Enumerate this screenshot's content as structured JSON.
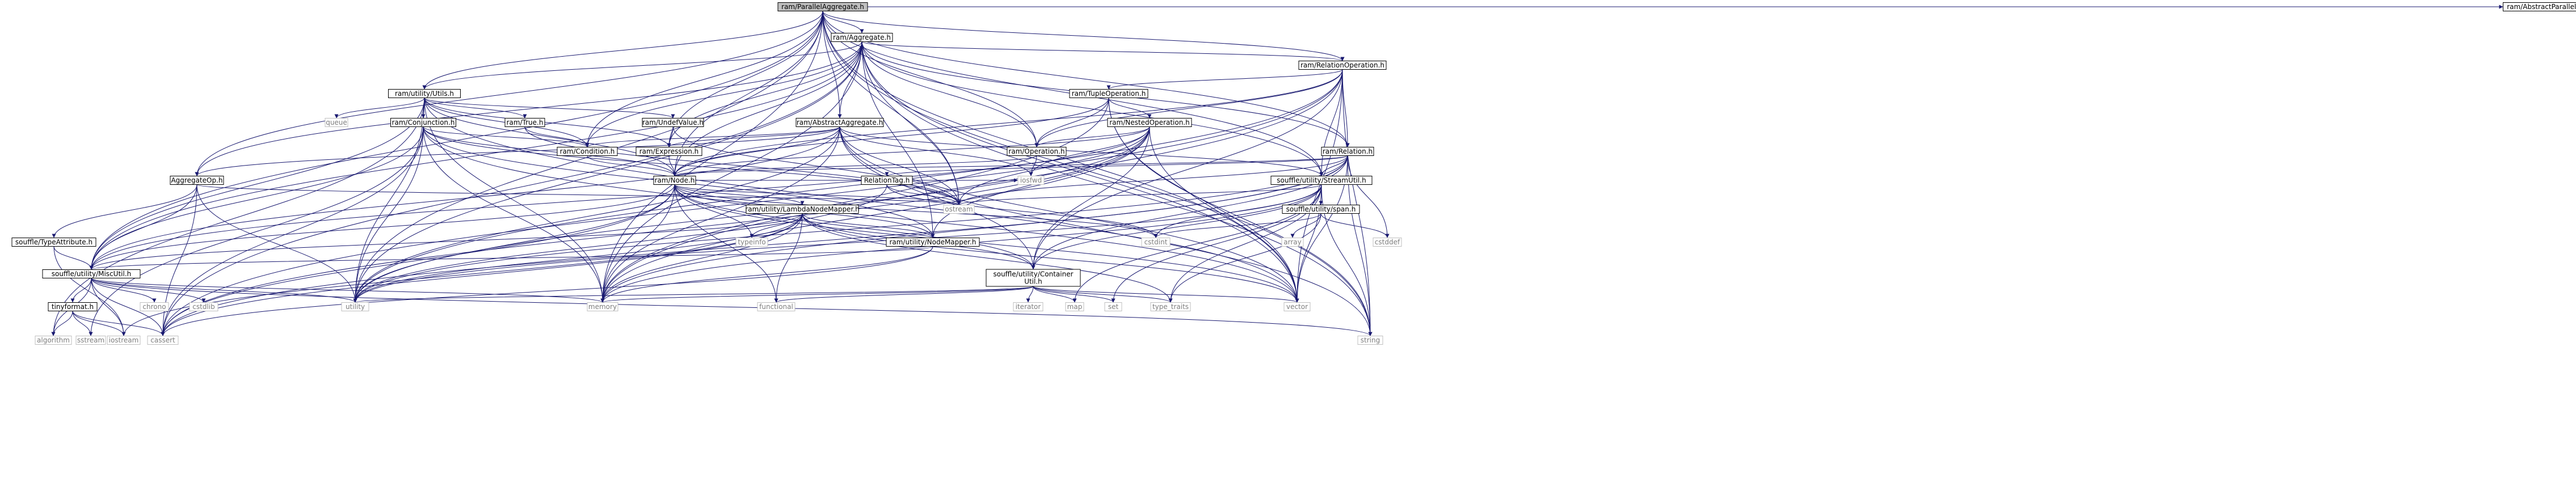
{
  "colors": {
    "edge": "#191970",
    "node_border": "#bfbfbf",
    "internal_fill": "#ffffff",
    "root_fill": "#bfbfbf",
    "root_border": "#000000",
    "internal_text": "#000000",
    "system_text": "#7f7f7f"
  },
  "nodes": [
    {
      "id": "root",
      "label": "ram/ParallelAggregate.h",
      "kind": "root"
    },
    {
      "id": "aggregate",
      "label": "ram/Aggregate.h",
      "kind": "internal"
    },
    {
      "id": "abstract_parallel",
      "label": "ram/AbstractParallel.h",
      "kind": "internal"
    },
    {
      "id": "relation_operation",
      "label": "ram/RelationOperation.h",
      "kind": "internal"
    },
    {
      "id": "utils",
      "label": "ram/utility/Utils.h",
      "kind": "internal"
    },
    {
      "id": "tuple_operation",
      "label": "ram/TupleOperation.h",
      "kind": "internal"
    },
    {
      "id": "conjunction",
      "label": "ram/Conjunction.h",
      "kind": "internal"
    },
    {
      "id": "true_h",
      "label": "ram/True.h",
      "kind": "internal"
    },
    {
      "id": "undef_value",
      "label": "ram/UndefValue.h",
      "kind": "internal"
    },
    {
      "id": "abstract_aggregate",
      "label": "ram/AbstractAggregate.h",
      "kind": "internal"
    },
    {
      "id": "nested_operation",
      "label": "ram/NestedOperation.h",
      "kind": "internal"
    },
    {
      "id": "expression",
      "label": "ram/Expression.h",
      "kind": "internal"
    },
    {
      "id": "condition",
      "label": "ram/Condition.h",
      "kind": "internal"
    },
    {
      "id": "operation",
      "label": "ram/Operation.h",
      "kind": "internal"
    },
    {
      "id": "relation",
      "label": "ram/Relation.h",
      "kind": "internal"
    },
    {
      "id": "aggregate_op",
      "label": "AggregateOp.h",
      "kind": "internal"
    },
    {
      "id": "node",
      "label": "ram/Node.h",
      "kind": "internal"
    },
    {
      "id": "relation_tag",
      "label": "RelationTag.h",
      "kind": "internal"
    },
    {
      "id": "stream_util",
      "label": "souffle/utility/StreamUtil.h",
      "kind": "internal"
    },
    {
      "id": "lambda_node_mapper",
      "label": "ram/utility/LambdaNodeMapper.h",
      "kind": "internal"
    },
    {
      "id": "span",
      "label": "souffle/utility/span.h",
      "kind": "internal"
    },
    {
      "id": "type_attribute",
      "label": "souffle/TypeAttribute.h",
      "kind": "internal"
    },
    {
      "id": "node_mapper",
      "label": "ram/utility/NodeMapper.h",
      "kind": "internal"
    },
    {
      "id": "misc_util",
      "label": "souffle/utility/MiscUtil.h",
      "kind": "internal"
    },
    {
      "id": "container_util",
      "label": "souffle/utility/Container\nUtil.h",
      "kind": "internal"
    },
    {
      "id": "tinyformat",
      "label": "tinyformat.h",
      "kind": "internal"
    },
    {
      "id": "queue",
      "label": "queue",
      "kind": "system"
    },
    {
      "id": "iosfwd",
      "label": "iosfwd",
      "kind": "system"
    },
    {
      "id": "ostream",
      "label": "ostream",
      "kind": "system"
    },
    {
      "id": "typeinfo",
      "label": "typeinfo",
      "kind": "system"
    },
    {
      "id": "cstdint",
      "label": "cstdint",
      "kind": "system"
    },
    {
      "id": "array",
      "label": "array",
      "kind": "system"
    },
    {
      "id": "cstddef",
      "label": "cstddef",
      "kind": "system"
    },
    {
      "id": "chrono",
      "label": "chrono",
      "kind": "system"
    },
    {
      "id": "cstdlib",
      "label": "cstdlib",
      "kind": "system"
    },
    {
      "id": "utility",
      "label": "utility",
      "kind": "system"
    },
    {
      "id": "memory",
      "label": "memory",
      "kind": "system"
    },
    {
      "id": "functional",
      "label": "functional",
      "kind": "system"
    },
    {
      "id": "iterator",
      "label": "iterator",
      "kind": "system"
    },
    {
      "id": "map",
      "label": "map",
      "kind": "system"
    },
    {
      "id": "set",
      "label": "set",
      "kind": "system"
    },
    {
      "id": "type_traits",
      "label": "type_traits",
      "kind": "system"
    },
    {
      "id": "vector",
      "label": "vector",
      "kind": "system"
    },
    {
      "id": "algorithm",
      "label": "algorithm",
      "kind": "system"
    },
    {
      "id": "sstream",
      "label": "sstream",
      "kind": "system"
    },
    {
      "id": "iostream",
      "label": "iostream",
      "kind": "system"
    },
    {
      "id": "cassert",
      "label": "cassert",
      "kind": "system"
    },
    {
      "id": "string",
      "label": "string",
      "kind": "system"
    }
  ],
  "edges": [
    [
      "root",
      "aggregate"
    ],
    [
      "root",
      "abstract_parallel"
    ],
    [
      "root",
      "relation_operation"
    ],
    [
      "root",
      "utils"
    ],
    [
      "root",
      "abstract_aggregate"
    ],
    [
      "root",
      "expression"
    ],
    [
      "root",
      "condition"
    ],
    [
      "root",
      "operation"
    ],
    [
      "root",
      "relation"
    ],
    [
      "root",
      "aggregate_op"
    ],
    [
      "root",
      "node"
    ],
    [
      "root",
      "stream_util"
    ],
    [
      "root",
      "misc_util"
    ],
    [
      "root",
      "ostream"
    ],
    [
      "root",
      "utility"
    ],
    [
      "root",
      "memory"
    ],
    [
      "root",
      "vector"
    ],
    [
      "root",
      "string"
    ],
    [
      "aggregate",
      "relation_operation"
    ],
    [
      "aggregate",
      "utils"
    ],
    [
      "aggregate",
      "abstract_aggregate"
    ],
    [
      "aggregate",
      "expression"
    ],
    [
      "aggregate",
      "condition"
    ],
    [
      "aggregate",
      "operation"
    ],
    [
      "aggregate",
      "relation"
    ],
    [
      "aggregate",
      "aggregate_op"
    ],
    [
      "aggregate",
      "node"
    ],
    [
      "aggregate",
      "node_mapper"
    ],
    [
      "aggregate",
      "stream_util"
    ],
    [
      "aggregate",
      "misc_util"
    ],
    [
      "aggregate",
      "ostream"
    ],
    [
      "aggregate",
      "utility"
    ],
    [
      "aggregate",
      "memory"
    ],
    [
      "aggregate",
      "vector"
    ],
    [
      "aggregate",
      "string"
    ],
    [
      "aggregate",
      "cassert"
    ],
    [
      "relation_operation",
      "tuple_operation"
    ],
    [
      "relation_operation",
      "operation"
    ],
    [
      "relation_operation",
      "relation"
    ],
    [
      "relation_operation",
      "node"
    ],
    [
      "relation_operation",
      "container_util"
    ],
    [
      "relation_operation",
      "stream_util"
    ],
    [
      "relation_operation",
      "utility"
    ],
    [
      "relation_operation",
      "memory"
    ],
    [
      "relation_operation",
      "vector"
    ],
    [
      "relation_operation",
      "string"
    ],
    [
      "relation_operation",
      "cassert"
    ],
    [
      "utils",
      "conjunction"
    ],
    [
      "utils",
      "true_h"
    ],
    [
      "utils",
      "undef_value"
    ],
    [
      "utils",
      "condition"
    ],
    [
      "utils",
      "expression"
    ],
    [
      "utils",
      "node"
    ],
    [
      "utils",
      "misc_util"
    ],
    [
      "utils",
      "queue"
    ],
    [
      "utils",
      "utility"
    ],
    [
      "utils",
      "memory"
    ],
    [
      "utils",
      "algorithm"
    ],
    [
      "utils",
      "vector"
    ],
    [
      "tuple_operation",
      "nested_operation"
    ],
    [
      "tuple_operation",
      "operation"
    ],
    [
      "tuple_operation",
      "node"
    ],
    [
      "tuple_operation",
      "memory"
    ],
    [
      "tuple_operation",
      "vector"
    ],
    [
      "tuple_operation",
      "string"
    ],
    [
      "conjunction",
      "condition"
    ],
    [
      "conjunction",
      "node"
    ],
    [
      "conjunction",
      "node_mapper"
    ],
    [
      "conjunction",
      "misc_util"
    ],
    [
      "conjunction",
      "ostream"
    ],
    [
      "conjunction",
      "utility"
    ],
    [
      "conjunction",
      "memory"
    ],
    [
      "conjunction",
      "vector"
    ],
    [
      "conjunction",
      "sstream"
    ],
    [
      "conjunction",
      "cassert"
    ],
    [
      "true_h",
      "condition"
    ],
    [
      "true_h",
      "ostream"
    ],
    [
      "undef_value",
      "expression"
    ],
    [
      "undef_value",
      "ostream"
    ],
    [
      "abstract_aggregate",
      "condition"
    ],
    [
      "abstract_aggregate",
      "expression"
    ],
    [
      "abstract_aggregate",
      "node"
    ],
    [
      "abstract_aggregate",
      "aggregate_op"
    ],
    [
      "abstract_aggregate",
      "container_util"
    ],
    [
      "abstract_aggregate",
      "misc_util"
    ],
    [
      "abstract_aggregate",
      "stream_util"
    ],
    [
      "abstract_aggregate",
      "iosfwd"
    ],
    [
      "abstract_aggregate",
      "ostream"
    ],
    [
      "abstract_aggregate",
      "utility"
    ],
    [
      "abstract_aggregate",
      "memory"
    ],
    [
      "abstract_aggregate",
      "vector"
    ],
    [
      "abstract_aggregate",
      "string"
    ],
    [
      "nested_operation",
      "operation"
    ],
    [
      "nested_operation",
      "node"
    ],
    [
      "nested_operation",
      "node_mapper"
    ],
    [
      "nested_operation",
      "container_util"
    ],
    [
      "nested_operation",
      "misc_util"
    ],
    [
      "nested_operation",
      "iosfwd"
    ],
    [
      "nested_operation",
      "ostream"
    ],
    [
      "nested_operation",
      "utility"
    ],
    [
      "nested_operation",
      "memory"
    ],
    [
      "nested_operation",
      "vector"
    ],
    [
      "nested_operation",
      "cassert"
    ],
    [
      "expression",
      "node"
    ],
    [
      "condition",
      "node"
    ],
    [
      "operation",
      "node"
    ],
    [
      "operation",
      "iosfwd"
    ],
    [
      "relation",
      "node"
    ],
    [
      "relation",
      "relation_tag"
    ],
    [
      "relation",
      "stream_util"
    ],
    [
      "relation",
      "container_util"
    ],
    [
      "relation",
      "cstddef"
    ],
    [
      "relation",
      "ostream"
    ],
    [
      "relation",
      "utility"
    ],
    [
      "relation",
      "memory"
    ],
    [
      "relation",
      "vector"
    ],
    [
      "relation",
      "string"
    ],
    [
      "relation",
      "cassert"
    ],
    [
      "aggregate_op",
      "type_attribute"
    ],
    [
      "aggregate_op",
      "misc_util"
    ],
    [
      "aggregate_op",
      "ostream"
    ],
    [
      "aggregate_op",
      "utility"
    ],
    [
      "aggregate_op",
      "cassert"
    ],
    [
      "node",
      "lambda_node_mapper"
    ],
    [
      "node",
      "node_mapper"
    ],
    [
      "node",
      "container_util"
    ],
    [
      "node",
      "misc_util"
    ],
    [
      "node",
      "typeinfo"
    ],
    [
      "node",
      "iosfwd"
    ],
    [
      "node",
      "ostream"
    ],
    [
      "node",
      "cstdint"
    ],
    [
      "node",
      "utility"
    ],
    [
      "node",
      "memory"
    ],
    [
      "node",
      "functional"
    ],
    [
      "node",
      "vector"
    ],
    [
      "node",
      "cassert"
    ],
    [
      "relation_tag",
      "ostream"
    ],
    [
      "relation_tag",
      "cstdint"
    ],
    [
      "relation_tag",
      "utility"
    ],
    [
      "stream_util",
      "span"
    ],
    [
      "stream_util",
      "container_util"
    ],
    [
      "stream_util",
      "ostream"
    ],
    [
      "stream_util",
      "cstdint"
    ],
    [
      "stream_util",
      "map"
    ],
    [
      "stream_util",
      "set"
    ],
    [
      "stream_util",
      "type_traits"
    ],
    [
      "stream_util",
      "vector"
    ],
    [
      "stream_util",
      "string"
    ],
    [
      "stream_util",
      "utility"
    ],
    [
      "stream_util",
      "memory"
    ],
    [
      "lambda_node_mapper",
      "node_mapper"
    ],
    [
      "lambda_node_mapper",
      "container_util"
    ],
    [
      "lambda_node_mapper",
      "misc_util"
    ],
    [
      "lambda_node_mapper",
      "typeinfo"
    ],
    [
      "lambda_node_mapper",
      "utility"
    ],
    [
      "lambda_node_mapper",
      "memory"
    ],
    [
      "lambda_node_mapper",
      "functional"
    ],
    [
      "lambda_node_mapper",
      "vector"
    ],
    [
      "lambda_node_mapper",
      "type_traits"
    ],
    [
      "lambda_node_mapper",
      "cassert"
    ],
    [
      "lambda_node_mapper",
      "iostream"
    ],
    [
      "span",
      "array"
    ],
    [
      "span",
      "cstddef"
    ],
    [
      "span",
      "cstdint"
    ],
    [
      "span",
      "type_traits"
    ],
    [
      "type_attribute",
      "misc_util"
    ],
    [
      "type_attribute",
      "iostream"
    ],
    [
      "node_mapper",
      "misc_util"
    ],
    [
      "node_mapper",
      "memory"
    ],
    [
      "node_mapper",
      "cassert"
    ],
    [
      "misc_util",
      "tinyformat"
    ],
    [
      "misc_util",
      "chrono"
    ],
    [
      "misc_util",
      "cstdlib"
    ],
    [
      "misc_util",
      "utility"
    ],
    [
      "misc_util",
      "memory"
    ],
    [
      "misc_util",
      "algorithm"
    ],
    [
      "misc_util",
      "iostream"
    ],
    [
      "misc_util",
      "cassert"
    ],
    [
      "misc_util",
      "string"
    ],
    [
      "container_util",
      "iterator"
    ],
    [
      "container_util",
      "map"
    ],
    [
      "container_util",
      "set"
    ],
    [
      "container_util",
      "type_traits"
    ],
    [
      "container_util",
      "vector"
    ],
    [
      "container_util",
      "utility"
    ],
    [
      "container_util",
      "memory"
    ],
    [
      "container_util",
      "functional"
    ],
    [
      "tinyformat",
      "algorithm"
    ],
    [
      "tinyformat",
      "sstream"
    ],
    [
      "tinyformat",
      "iostream"
    ],
    [
      "tinyformat",
      "cassert"
    ]
  ]
}
